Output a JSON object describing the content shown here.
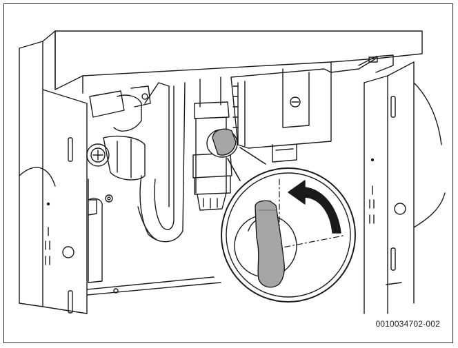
{
  "figure": {
    "id_label": "0010034702-002",
    "colors": {
      "line": "#1a1a1a",
      "background": "#ffffff",
      "highlight": "#a6a6a6",
      "shade": "#d9d9d9"
    },
    "depicts": [
      "boiler-unit",
      "mounting-frame",
      "pipe-connections",
      "valve",
      "valve-lever-detail",
      "rotation-arrow-icon"
    ]
  }
}
